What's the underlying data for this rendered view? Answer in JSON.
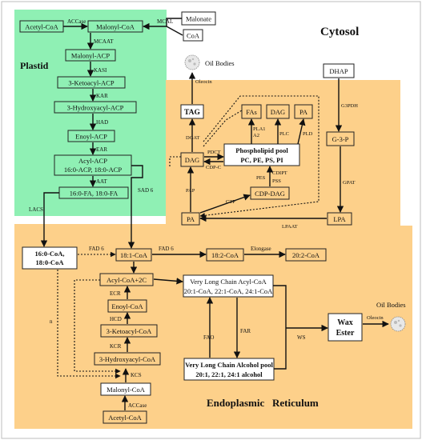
{
  "regions": {
    "plastid": "Plastid",
    "cytosol": "Cytosol",
    "er": "Endoplasmic   Reticulum"
  },
  "colors": {
    "plastid": "#8ff0b4",
    "er": "#fdd08a",
    "frame": "#bdbdbd"
  },
  "nodes": {
    "acetyl_coa_p": "Acetyl-CoA",
    "malonyl_coa_p": "Malonyl-CoA",
    "malonate": "Malonate",
    "coa": "CoA",
    "malonyl_acp": "Malonyl-ACP",
    "ketoacyl_acp": "3-Ketoacyl-ACP",
    "hydroxyacyl_acp": "3-Hydroxyacyl-ACP",
    "enoyl_acp": "Enoyl-ACP",
    "acyl_acp_1": "Acyl-ACP",
    "acyl_acp_2": "16:0-ACP, 18:0-ACP",
    "fa_16_18": "16:0-FA, 18:0-FA",
    "oil_bodies_1": "Oil Bodies",
    "tag": "TAG",
    "fas": "FAs",
    "dag_top": "DAG",
    "pa_top": "PA",
    "dhap": "DHAP",
    "dag": "DAG",
    "phospholipid_1": "Phospholipid pool",
    "phospholipid_2": "PC, PE, PS, PI",
    "g3p": "G-3-P",
    "cdp_dag": "CDP-DAG",
    "pa": "PA",
    "lpa": "LPA",
    "coa_16_18_1": "16:0-CoA,",
    "coa_16_18_2": "18:0-CoA",
    "c18_1": "18:1-CoA",
    "c18_2": "18:2-CoA",
    "c20_2": "20:2-CoA",
    "acyl_coa_2c": "Acyl-CoA+2C",
    "enoyl_coa": "Enoyl-CoA",
    "ketoacyl_coa": "3-Ketoacyl-CoA",
    "hydroxyacyl_coa": "3-Hydroxyacyl-CoA",
    "malonyl_coa_er": "Malonyl-CoA",
    "acetyl_coa_er": "Acetyl-CoA",
    "vlc_acyl_1": "Very Long Chain Acyl-CoA",
    "vlc_acyl_2": "20:1-CoA, 22:1-CoA, 24:1-CoA",
    "vlc_alc_1": "Very Long Chain Alcohol pool",
    "vlc_alc_2": "20:1, 22:1, 24:1 alcohol",
    "wax_1": "Wax",
    "wax_2": "Ester",
    "oil_bodies_2": "Oil Bodies"
  },
  "labels": {
    "accase_top": "ACCase",
    "mcal": "MCAL",
    "mcaat": "MCAAT",
    "kasi": "KASI",
    "kar": "KAR",
    "had": "HAD",
    "ear": "EAR",
    "aat": "AAT",
    "lacs": "LACS",
    "sad6": "SAD 6",
    "oleocin_1": "Oleocin",
    "dgat": "DGAT",
    "pdct": "PDCT",
    "cdpc": "CDP-C",
    "pla1": "PLA1",
    "a2": "A2",
    "plc": "PLC",
    "pld": "PLD",
    "pes": "PES",
    "cdipt": "CDIPT",
    "pss": "PSS",
    "pap": "PAP",
    "ctp": "CTP",
    "g3pdh": "G3PDH",
    "gpat": "GPAT",
    "lpaat": "LPAAT",
    "fad6_1": "FAD 6",
    "fad6_2": "FAD 6",
    "elongase": "Elongase",
    "n": "n",
    "ecr": "ECR",
    "hcd": "HCD",
    "kcr": "KCR",
    "kcs": "KCS",
    "accase_er": "ACCase",
    "fao": "FAO",
    "far": "FAR",
    "ws": "WS",
    "oleocin_2": "Oleocin"
  }
}
